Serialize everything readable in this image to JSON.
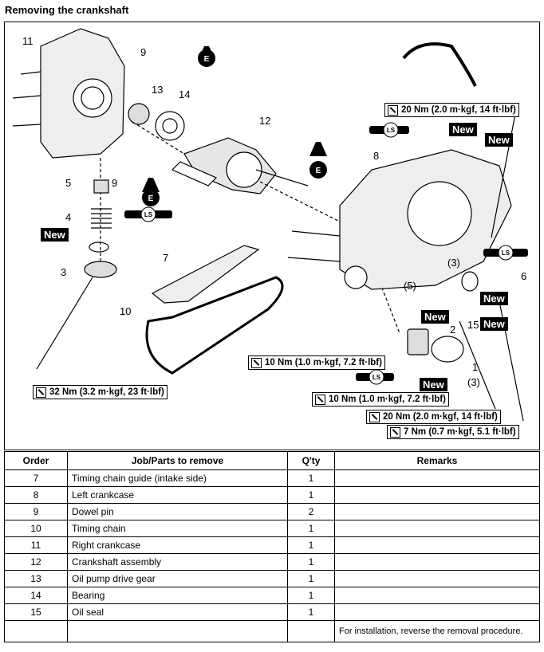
{
  "page": {
    "title": "Removing the crankshaft"
  },
  "diagram": {
    "labels": [
      "11",
      "9",
      "13",
      "14",
      "12",
      "5",
      "9",
      "4",
      "3",
      "7",
      "10",
      "8",
      "6",
      "2",
      "1",
      "(3)",
      "(5)",
      "(3)",
      "15"
    ],
    "new_badge": "New",
    "torques": [
      "20 Nm (2.0 m·kgf, 14 ft·lbf)",
      "32 Nm (3.2 m·kgf, 23 ft·lbf)",
      "10 Nm (1.0 m·kgf, 7.2 ft·lbf)",
      "10 Nm (1.0 m·kgf, 7.2 ft·lbf)",
      "20 Nm (2.0 m·kgf, 14 ft·lbf)",
      "7 Nm (0.7 m·kgf, 5.1 ft·lbf)"
    ],
    "lube_e": "E",
    "lube_ls": "LS"
  },
  "table": {
    "headers": [
      "Order",
      "Job/Parts to remove",
      "Q'ty",
      "Remarks"
    ],
    "rows": [
      {
        "order": "7",
        "part": "Timing chain guide (intake side)",
        "qty": "1",
        "remarks": ""
      },
      {
        "order": "8",
        "part": "Left crankcase",
        "qty": "1",
        "remarks": ""
      },
      {
        "order": "9",
        "part": "Dowel pin",
        "qty": "2",
        "remarks": ""
      },
      {
        "order": "10",
        "part": "Timing chain",
        "qty": "1",
        "remarks": ""
      },
      {
        "order": "11",
        "part": "Right crankcase",
        "qty": "1",
        "remarks": ""
      },
      {
        "order": "12",
        "part": "Crankshaft assembly",
        "qty": "1",
        "remarks": ""
      },
      {
        "order": "13",
        "part": "Oil pump drive gear",
        "qty": "1",
        "remarks": ""
      },
      {
        "order": "14",
        "part": "Bearing",
        "qty": "1",
        "remarks": ""
      },
      {
        "order": "15",
        "part": "Oil seal",
        "qty": "1",
        "remarks": ""
      }
    ],
    "footer_remark": "For installation, reverse the removal procedure."
  }
}
